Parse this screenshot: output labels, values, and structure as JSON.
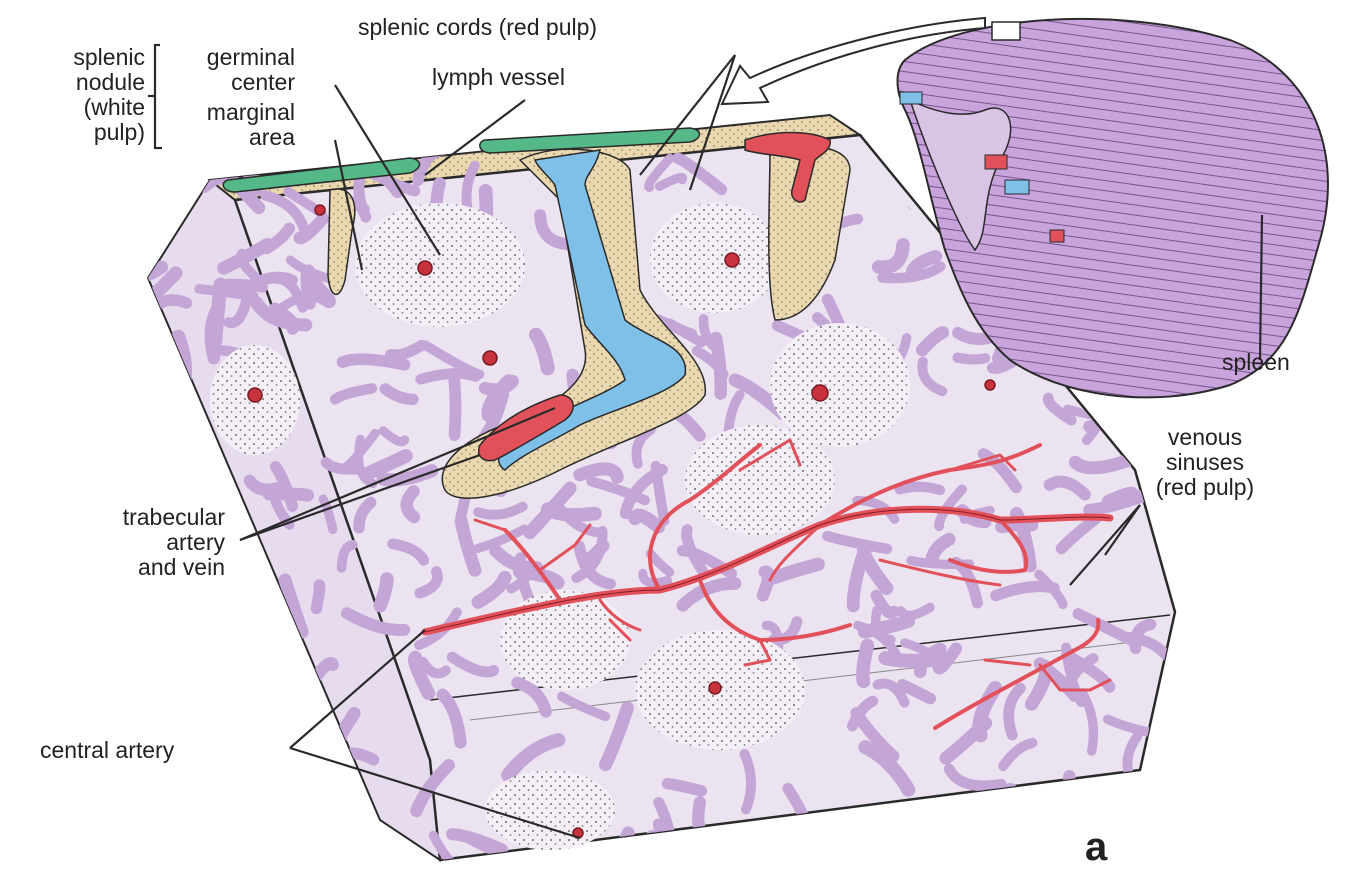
{
  "labels": {
    "splenic_nodule_1": "splenic",
    "splenic_nodule_2": "nodule",
    "splenic_nodule_3": "(white",
    "splenic_nodule_4": "pulp)",
    "germinal_1": "germinal",
    "germinal_2": "center",
    "marginal_1": "marginal",
    "marginal_2": "area",
    "splenic_cords": "splenic cords (red pulp)",
    "lymph_vessel": "lymph vessel",
    "spleen": "spleen",
    "venous_1": "venous",
    "venous_2": "sinuses",
    "venous_3": "(red pulp)",
    "trabecular_1": "trabecular",
    "trabecular_2": "artery",
    "trabecular_3": "and vein",
    "central_artery": "central artery"
  },
  "panel_letter": "a",
  "colors": {
    "red_pulp": "#c3a6d6",
    "red_pulp_dark": "#a98cc6",
    "tissue_bg": "#ece3f1",
    "capsule": "#ead9b0",
    "artery": "#e2505a",
    "vein": "#7ec0e8",
    "lymph": "#54b888",
    "spleen_organ": "#c9a4dc",
    "line": "#2a2a2a"
  }
}
